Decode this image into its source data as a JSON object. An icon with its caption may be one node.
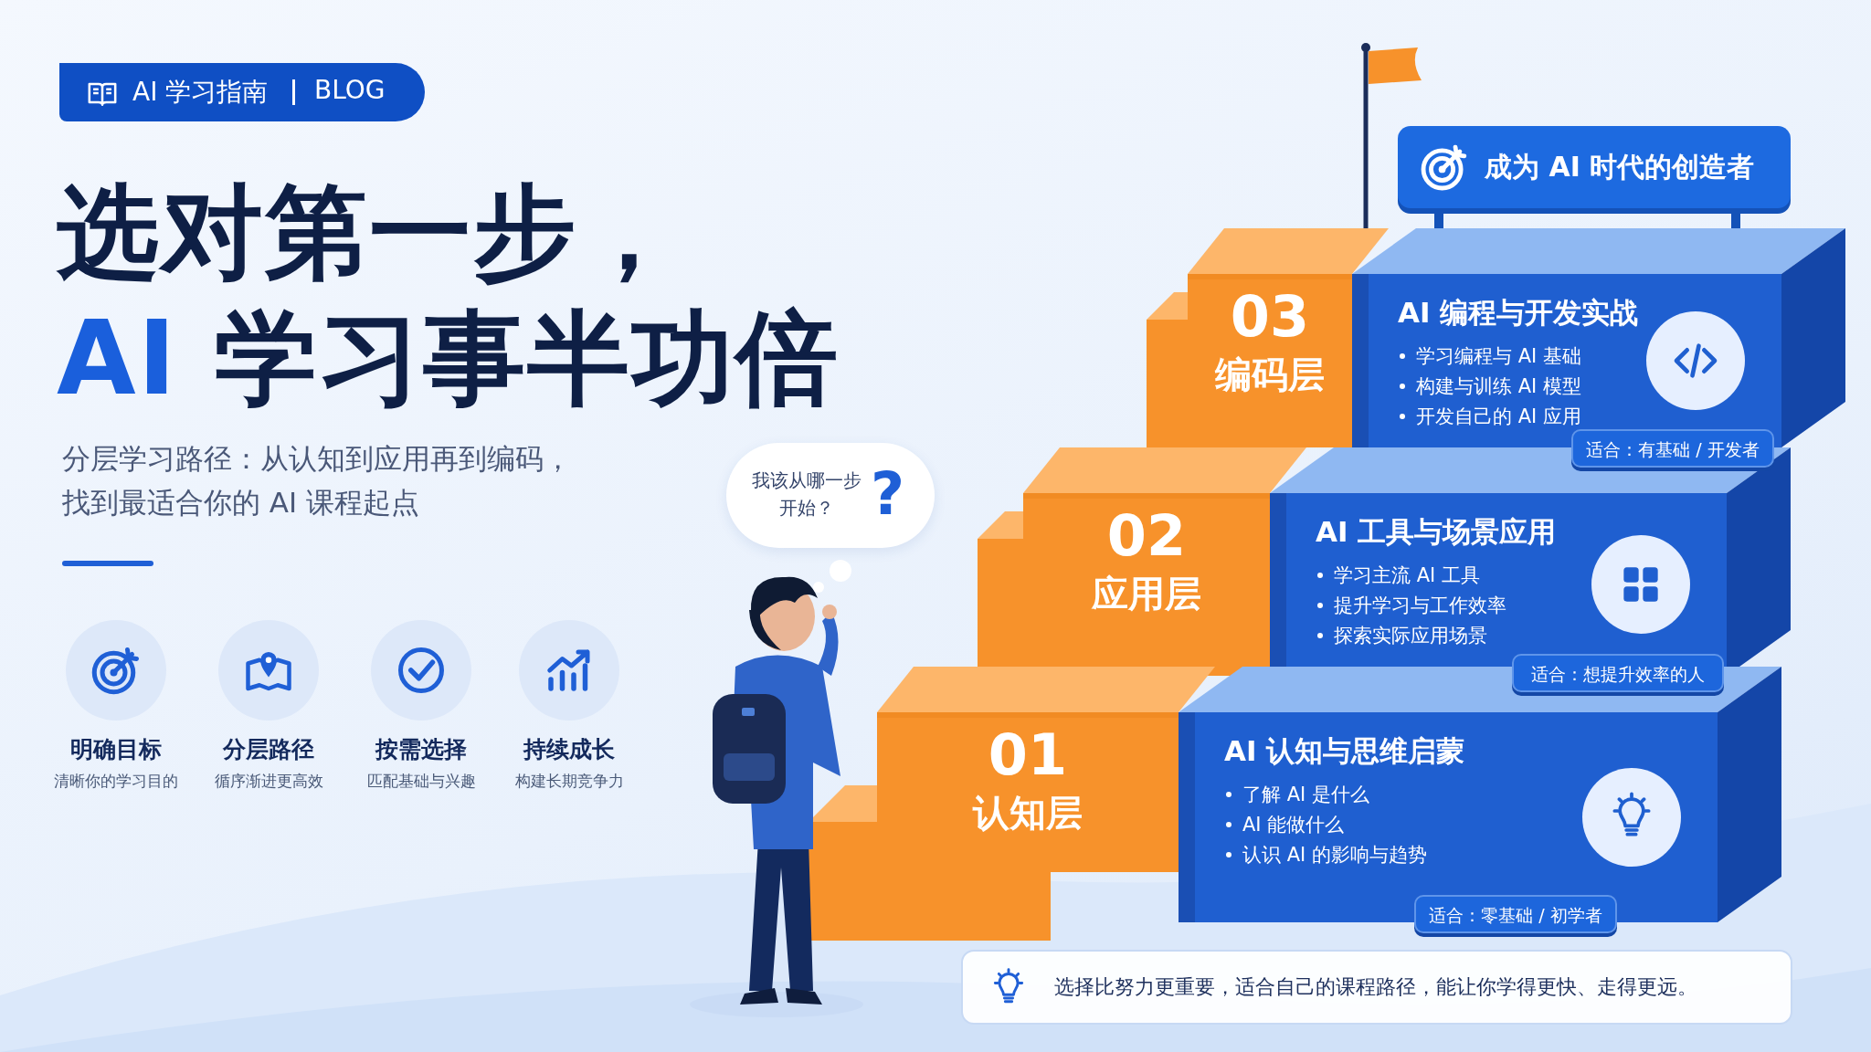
{
  "diagram": {
    "title": "选对第一步，AI 学习事半功倍",
    "nodes": [
      {
        "text": [
          "AI 学习指南",
          "BLOG"
        ]
      },
      {
        "text": [
          "明确目标",
          "清晰你的学习目的"
        ]
      },
      {
        "text": [
          "分层路径",
          "循序渐进更高效"
        ]
      },
      {
        "text": [
          "按需选择",
          "匹配基础与兴趣"
        ]
      },
      {
        "text": [
          "持续成长",
          "构建长期竞争力"
        ]
      },
      {
        "text": [
          "我该从哪一步开始？",
          "?"
        ]
      },
      {
        "text": [
          "成为 AI 时代的创造者"
        ]
      },
      {
        "text": [
          "03",
          "编码层"
        ]
      },
      {
        "text": [
          "AI 编程与开发实战",
          "学习编程与 AI 基础",
          "构建与训练 AI 模型",
          "开发自己的 AI 应用"
        ]
      },
      {
        "text": [
          "适合：有基础 / 开发者"
        ]
      },
      {
        "text": [
          "02",
          "应用层"
        ]
      },
      {
        "text": [
          "AI 工具与场景应用",
          "学习主流 AI 工具",
          "提升学习与工作效率",
          "探索实际应用场景"
        ]
      },
      {
        "text": [
          "适合：想提升效率的人"
        ]
      },
      {
        "text": [
          "01",
          "认知层"
        ]
      },
      {
        "text": [
          "AI 认知与思维启蒙",
          "了解 AI 是什么",
          "AI 能做什么",
          "认识 AI 的影响与趋势"
        ]
      },
      {
        "text": [
          "适合：零基础 / 初学者"
        ]
      },
      {
        "text": [
          "选择比努力更重要，适合自己的课程路径，能让你学得更快、走得更远。"
        ]
      }
    ],
    "labels": [
      "分层学习路径：从认知到应用再到编码，找到最适合你的 AI 课程起点"
    ]
  }
}
